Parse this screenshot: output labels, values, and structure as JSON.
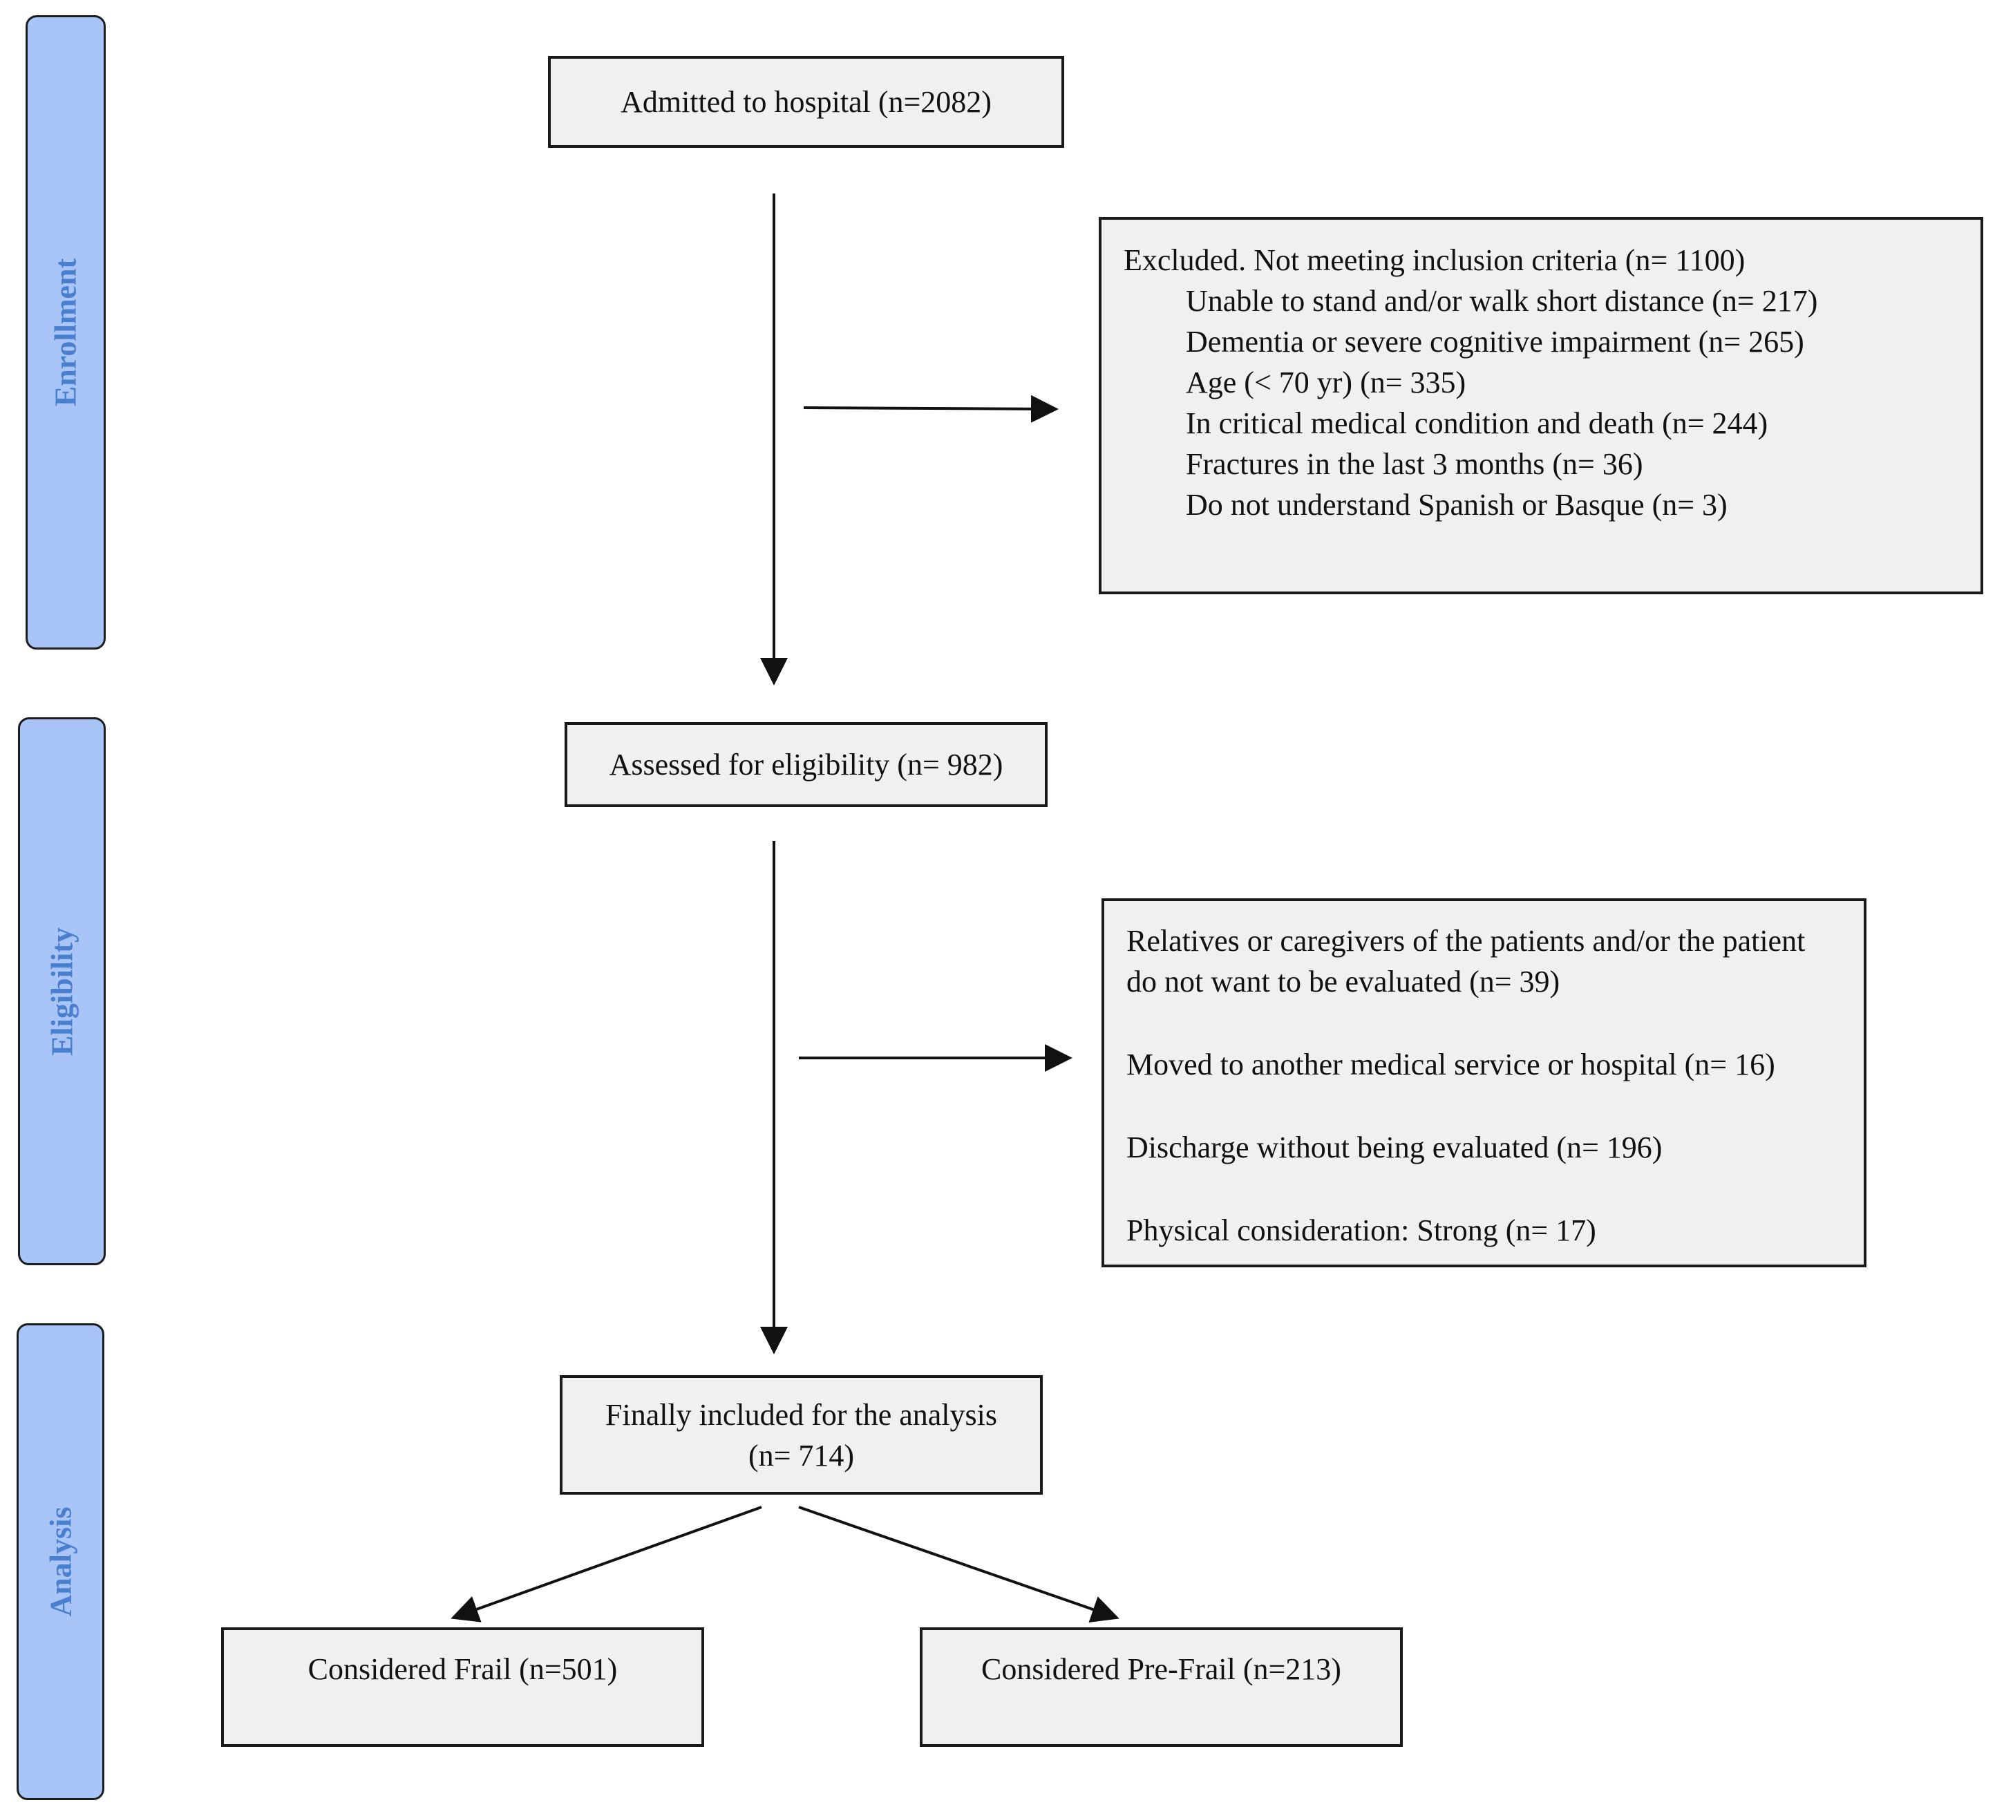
{
  "phases": {
    "enrollment": "Enrollment",
    "eligibility": "Eligibility",
    "analysis": "Analysis"
  },
  "boxes": {
    "admitted": "Admitted to hospital (n=2082)",
    "excluded": {
      "title": "Excluded. Not meeting inclusion criteria (n= 1100)",
      "items": [
        "Unable to stand and/or walk short distance (n= 217)",
        "Dementia or severe cognitive impairment (n= 265)",
        "Age (< 70 yr) (n= 335)",
        "In critical medical condition and death (n= 244)",
        "Fractures in the last 3 months (n= 36)",
        "Do not understand Spanish or Basque (n= 3)"
      ]
    },
    "assessed": "Assessed for eligibility (n= 982)",
    "not_evaluated": {
      "relatives_line1": "Relatives or caregivers of the patients and/or the patient",
      "relatives_line2": "do not want to be evaluated (n= 39)",
      "moved": "Moved to another medical service or hospital (n= 16)",
      "discharge": "Discharge without being evaluated (n= 196)",
      "physical": "Physical consideration: Strong (n= 17)"
    },
    "included_line1": "Finally included for the analysis",
    "included_line2": "(n= 714)",
    "frail": "Considered Frail (n=501)",
    "prefrail": "Considered Pre-Frail (n=213)"
  },
  "colors": {
    "phase_fill": "#a9c4f7",
    "phase_text": "#4a7fd0",
    "box_fill": "#f0f0f0",
    "stroke": "#1a1a1a"
  }
}
